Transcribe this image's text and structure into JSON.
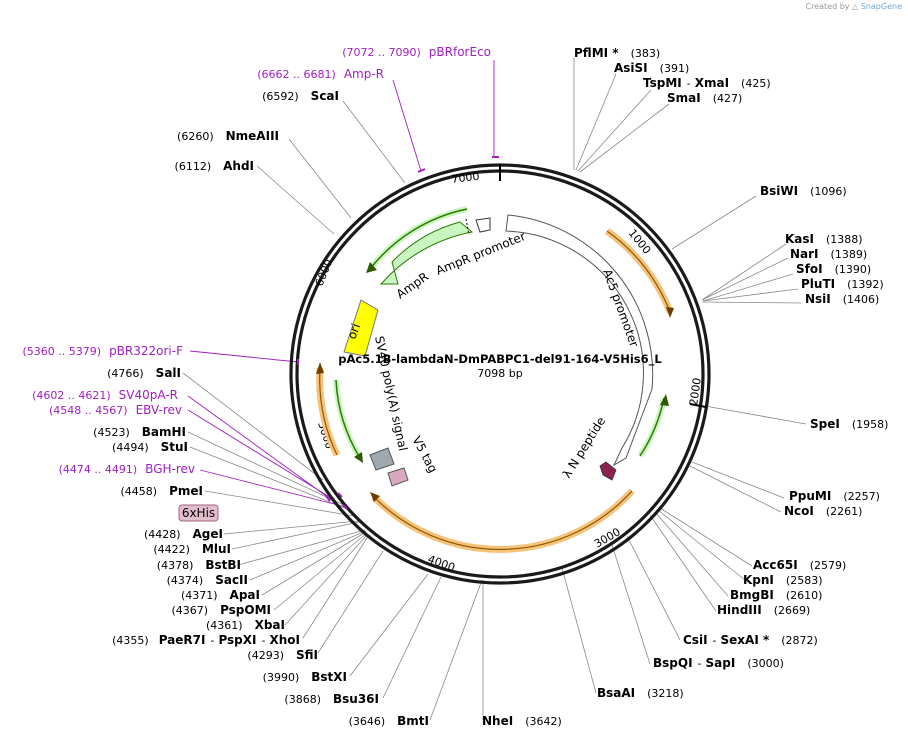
{
  "credit": {
    "prefix": "Created by",
    "brand": "SnapGene"
  },
  "plasmid": {
    "name": "pAc5.1B-lambdaN-DmPABPC1-del91-164-V5His6_L",
    "size": "7098 bp"
  },
  "colors": {
    "primer": "#a020c0",
    "orange": "#f6c27a",
    "green": "#c9f5c0",
    "yellow": "#ffff00"
  },
  "ticks": [
    "1000",
    "2000",
    "3000",
    "4000",
    "5000",
    "6000",
    "7000"
  ],
  "features": {
    "ampr": "AmpR",
    "ampr_promoter": "AmpR promoter",
    "ori": "ori",
    "ac5_promoter": "Ac5 promoter",
    "sv40": "SV40 poly(A) signal",
    "v5": "V5 tag",
    "lambda_n": "λ N peptide",
    "his": "6xHis"
  },
  "sites": [
    {
      "name": "PflMI *",
      "pos": "(383)"
    },
    {
      "name": "AsiSI",
      "pos": "(391)"
    },
    {
      "name": "TspMI",
      "sep": "-",
      "name2": "XmaI",
      "pos": "(425)"
    },
    {
      "name": "SmaI",
      "pos": "(427)"
    },
    {
      "name": "BsiWI",
      "pos": "(1096)"
    },
    {
      "name": "KasI",
      "pos": "(1388)"
    },
    {
      "name": "NarI",
      "pos": "(1389)"
    },
    {
      "name": "SfoI",
      "pos": "(1390)"
    },
    {
      "name": "PluTI",
      "pos": "(1392)"
    },
    {
      "name": "NsiI",
      "pos": "(1406)"
    },
    {
      "name": "SpeI",
      "pos": "(1958)"
    },
    {
      "name": "PpuMI",
      "pos": "(2257)"
    },
    {
      "name": "NcoI",
      "pos": "(2261)"
    },
    {
      "name": "Acc65I",
      "pos": "(2579)"
    },
    {
      "name": "KpnI",
      "pos": "(2583)"
    },
    {
      "name": "BmgBI",
      "pos": "(2610)"
    },
    {
      "name": "HindIII",
      "pos": "(2669)"
    },
    {
      "name": "CsiI",
      "sep": "-",
      "name2": "SexAI *",
      "pos": "(2872)"
    },
    {
      "name": "BspQI",
      "sep": "-",
      "name2": "SapI",
      "pos": "(3000)"
    },
    {
      "name": "BsaAI",
      "pos": "(3218)"
    },
    {
      "name": "NheI",
      "pos": "(3642)"
    },
    {
      "name": "BmtI",
      "pos": "(3646)"
    },
    {
      "name": "Bsu36I",
      "pos": "(3868)"
    },
    {
      "name": "BstXI",
      "pos": "(3990)"
    },
    {
      "name": "SfiI",
      "pos": "(4293)"
    },
    {
      "name": "PaeR7I",
      "sep": "-",
      "name2": "PspXI",
      "sep2": "-",
      "name3": "XhoI",
      "pos": "(4355)"
    },
    {
      "name": "XbaI",
      "pos": "(4361)"
    },
    {
      "name": "PspOMI",
      "pos": "(4367)"
    },
    {
      "name": "ApaI",
      "pos": "(4371)"
    },
    {
      "name": "SacII",
      "pos": "(4374)"
    },
    {
      "name": "BstBI",
      "pos": "(4378)"
    },
    {
      "name": "MluI",
      "pos": "(4422)"
    },
    {
      "name": "AgeI",
      "pos": "(4428)"
    },
    {
      "name": "PmeI",
      "pos": "(4458)"
    },
    {
      "name": "StuI",
      "pos": "(4494)"
    },
    {
      "name": "BamHI",
      "pos": "(4523)"
    },
    {
      "name": "SalI",
      "pos": "(4766)"
    },
    {
      "name": "AhdI",
      "pos": "(6112)"
    },
    {
      "name": "NmeAIII",
      "pos": "(6260)"
    },
    {
      "name": "ScaI",
      "pos": "(6592)"
    }
  ],
  "primers": [
    {
      "range": "(7072 .. 7090)",
      "name": "pBRforEco"
    },
    {
      "range": "(6662 .. 6681)",
      "name": "Amp-R"
    },
    {
      "range": "(5360 .. 5379)",
      "name": "pBR322ori-F"
    },
    {
      "range": "(4602 .. 4621)",
      "name": "SV40pA-R"
    },
    {
      "range": "(4548 .. 4567)",
      "name": "EBV-rev"
    },
    {
      "range": "(4474 .. 4491)",
      "name": "BGH-rev"
    }
  ]
}
